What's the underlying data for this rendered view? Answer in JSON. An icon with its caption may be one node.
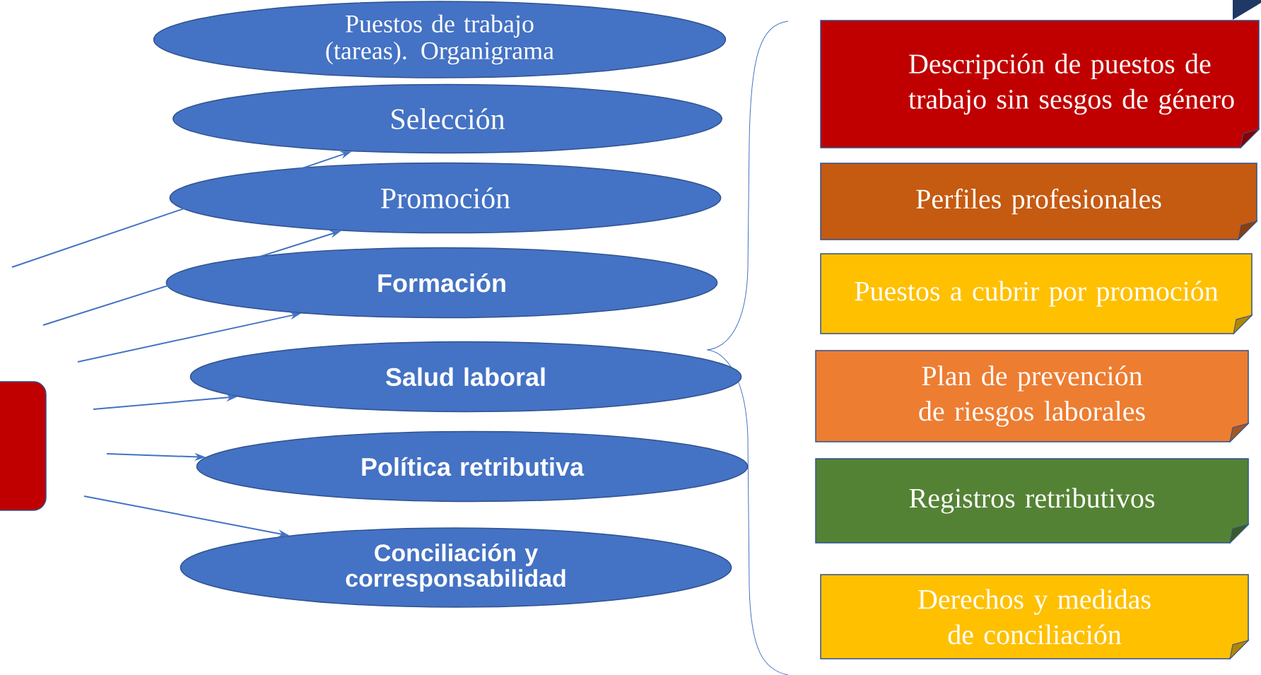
{
  "diagram": {
    "nodes": [
      {
        "text": [],
        "shape": "box"
      },
      {
        "text": [
          "Puestos de trabajo (tareas). Organigrama"
        ]
      },
      {
        "text": [
          "Selección"
        ]
      },
      {
        "text": [
          "Promoción"
        ]
      },
      {
        "text": [
          "Formación"
        ]
      },
      {
        "text": [
          "Salud laboral"
        ]
      },
      {
        "text": [
          "Política retributiva"
        ]
      },
      {
        "text": [
          "Conciliación y corresponsabilidad"
        ]
      },
      {
        "text": [
          "Descripción de puestos de trabajo sin sesgos de género"
        ]
      },
      {
        "text": [
          "Perfiles profesionales"
        ]
      },
      {
        "text": [
          "Puestos a cubrir por promoción"
        ]
      },
      {
        "text": [
          "Plan de prevención de riesgos laborales"
        ]
      },
      {
        "text": [
          "Registros retributivos"
        ]
      },
      {
        "text": [
          "Derechos y medidas de conciliación"
        ]
      }
    ],
    "edges": [
      {
        "from": null,
        "to": 2,
        "arrow": "to"
      },
      {
        "from": null,
        "to": 3,
        "arrow": "to"
      },
      {
        "from": null,
        "to": 4,
        "arrow": "to"
      },
      {
        "from": null,
        "to": 5,
        "arrow": "to"
      },
      {
        "from": null,
        "to": 6,
        "arrow": "to"
      },
      {
        "from": null,
        "to": 7,
        "arrow": "to"
      }
    ]
  }
}
